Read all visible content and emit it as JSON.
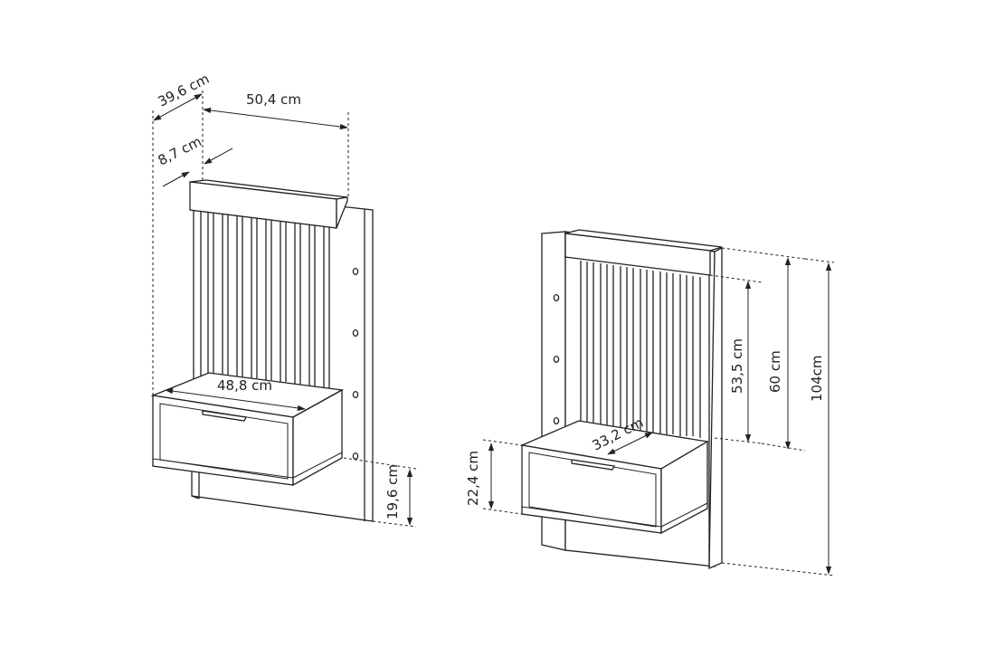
{
  "left_view": {
    "depth_label": "39,6 cm",
    "width_label": "50,4 cm",
    "shelf_depth_label": "8,7 cm",
    "table_width_label": "48,8 cm",
    "floor_gap_label": "19,6 cm"
  },
  "right_view": {
    "table_depth_label": "33,2 cm",
    "drawer_height_label": "22,4 cm",
    "slat_height_label": "53,5 cm",
    "upper_height_label": "60 cm",
    "total_height_label": "104cm"
  },
  "colors": {
    "line": "#222222",
    "background": "#ffffff"
  }
}
